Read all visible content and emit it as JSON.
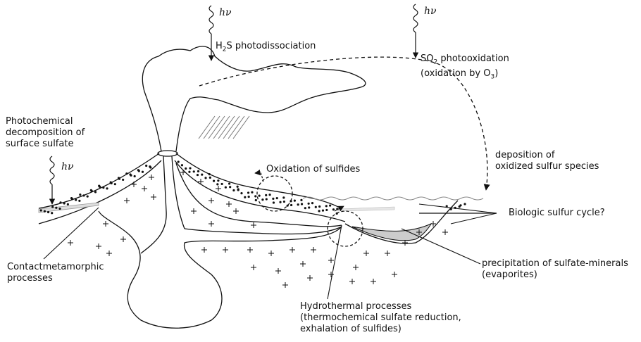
{
  "photon_symbol": "hν",
  "labels": {
    "h2s": {
      "prefix": "H",
      "sub": "2",
      "suffix": "S photodissociation"
    },
    "so2_line1": {
      "prefix": "SO",
      "sub": "2",
      "suffix": " photooxidation"
    },
    "so2_line2": {
      "prefix": "(oxidation by O",
      "sub": "3",
      "suffix": ")"
    },
    "photochemical": [
      "Photochemical",
      "decomposition of",
      "surface sulfate"
    ],
    "deposition": [
      "deposition of",
      "oxidized sulfur species"
    ],
    "oxidation_sulfides": "Oxidation of sulfides",
    "biologic": "Biologic sulfur cycle?",
    "contact": [
      "Contactmetamorphic",
      "processes"
    ],
    "precipitation": [
      "precipitation of sulfate-minerals",
      "(evaporites)"
    ],
    "hydrothermal": [
      "Hydrothermal processes",
      "(thermochemical sulfate reduction,",
      "exhalation of sulfides)"
    ]
  },
  "colors": {
    "line": "#111111",
    "background": "#ffffff",
    "hatch": "#777777"
  },
  "icons": [
    "wavy-photon-arrow-icon",
    "dashed-circle-icon",
    "dashed-arrow-icon"
  ]
}
